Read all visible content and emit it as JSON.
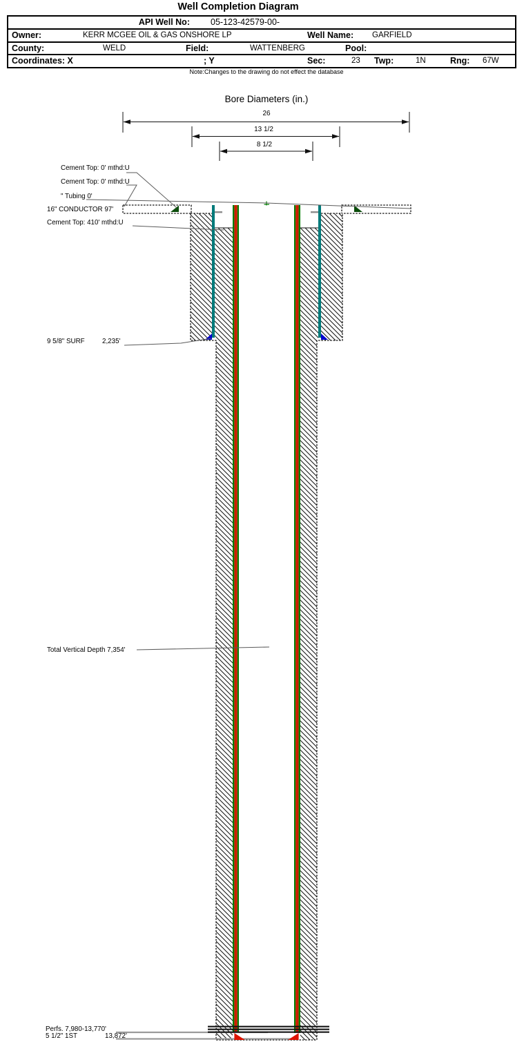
{
  "header": {
    "title": "Well Completion Diagram",
    "api": {
      "label": "API Well No:",
      "value": "05-123-42579-00-"
    },
    "owner": {
      "label": "Owner:",
      "value": "KERR MCGEE OIL & GAS ONSHORE LP"
    },
    "well_name": {
      "label": "Well Name:",
      "value": "GARFIELD"
    },
    "county": {
      "label": "County:",
      "value": "WELD"
    },
    "field": {
      "label": "Field:",
      "value": "WATTENBERG"
    },
    "pool": {
      "label": "Pool:",
      "value": ""
    },
    "coordinates": {
      "label": "Coordinates: X",
      "y_label": "; Y"
    },
    "sec": {
      "label": "Sec:",
      "value": "23"
    },
    "twp": {
      "label": "Twp:",
      "value": "1N"
    },
    "rng": {
      "label": "Rng:",
      "value": "67W"
    },
    "note": "Note:Changes to the drawing do not effect the database"
  },
  "bore": {
    "title": "Bore Diameters (in.)",
    "diameters": [
      "26",
      "13 1/2",
      "8 1/2"
    ],
    "annotations": {
      "cement_top_a": "Cement Top: 0' mthd:U",
      "cement_top_b": "Cement Top: 0' mthd:U",
      "tubing": "\" Tubing 0'",
      "conductor": "16\" CONDUCTOR  97'",
      "cement_top_c": "Cement Top: 410' mthd:U",
      "surface_casing": "9 5/8\" SURF",
      "surface_casing_depth": "2,235'",
      "tvd": "Total Vertical Depth 7,354'",
      "perfs": "Perfs. 7,980-13,770'",
      "production_casing": "5 1/2\" 1ST",
      "production_casing_depth": "13,872'"
    },
    "colors": {
      "surface_casing": "#007a7a",
      "production_casing": "#cc1e00",
      "tubing": "#007d00",
      "surface_shoe": "#0000d0",
      "production_shoe": "#dd1400",
      "cement_marker": "#0b4d0b"
    }
  }
}
